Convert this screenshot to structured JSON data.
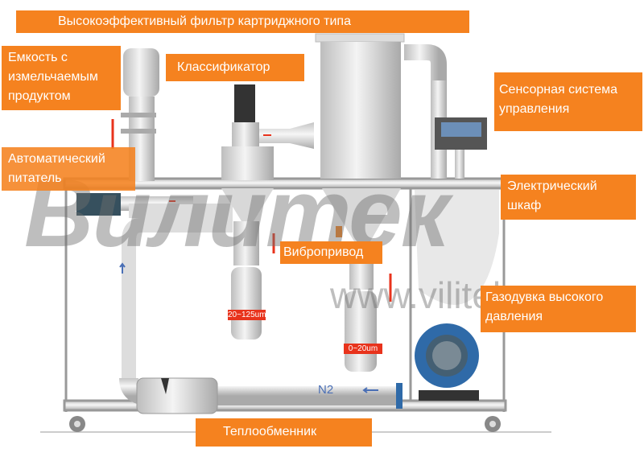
{
  "labels": {
    "filter": "Высокоэффективный фильтр картриджного типа",
    "container": "Емкость с измельчаемым продуктом",
    "classifier": "Классификатор",
    "control": "Сенсорная система управления",
    "feeder": "Автоматический питатель",
    "cabinet": "Электрический шкаф",
    "vibro": "Вибропривод",
    "blower": "Газодувка высокого давления",
    "heat_exchanger": "Теплообменник"
  },
  "tags": {
    "coarse": "20~125um",
    "fine": "0~20um"
  },
  "pipe_label": "N2",
  "watermark": {
    "brand": "Вилитек",
    "url": "www.vilitek.ru"
  },
  "colors": {
    "label_bg": "#f5821f",
    "tag_bg": "#e8331c",
    "blower": "#2f6aa8"
  }
}
